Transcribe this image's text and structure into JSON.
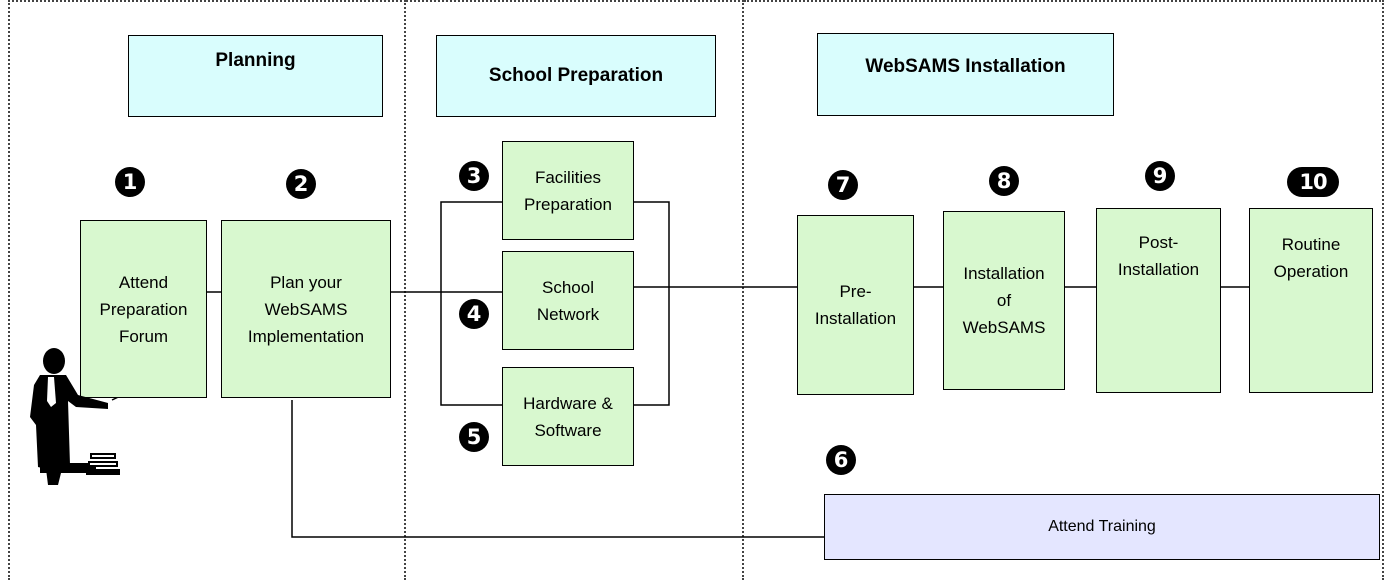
{
  "phases": {
    "planning": "Planning",
    "school_preparation": "School Preparation",
    "websams_installation": "WebSAMS Installation"
  },
  "steps": [
    {
      "num": "1",
      "lines": [
        "Attend",
        "Preparation",
        "Forum"
      ]
    },
    {
      "num": "2",
      "lines": [
        "Plan your",
        "WebSAMS",
        "Implementation"
      ]
    },
    {
      "num": "3",
      "lines": [
        "Facilities",
        "Preparation"
      ]
    },
    {
      "num": "4",
      "lines": [
        "School",
        "Network"
      ]
    },
    {
      "num": "5",
      "lines": [
        "Hardware &",
        "Software"
      ]
    },
    {
      "num": "6",
      "lines": [
        "Attend Training"
      ]
    },
    {
      "num": "7",
      "lines": [
        "Pre-",
        "Installation"
      ]
    },
    {
      "num": "8",
      "lines": [
        "Installation",
        "of",
        "WebSAMS"
      ]
    },
    {
      "num": "9",
      "lines": [
        "Post-",
        "Installation"
      ]
    },
    {
      "num": "10",
      "lines": [
        "Routine",
        "Operation"
      ]
    }
  ],
  "colors": {
    "phase_header": "#d9fdfd",
    "step_box": "#d8f8cf",
    "training_box": "#e4e6ff",
    "lines": "#000000"
  },
  "icons": [
    "presenter-figure-icon"
  ]
}
